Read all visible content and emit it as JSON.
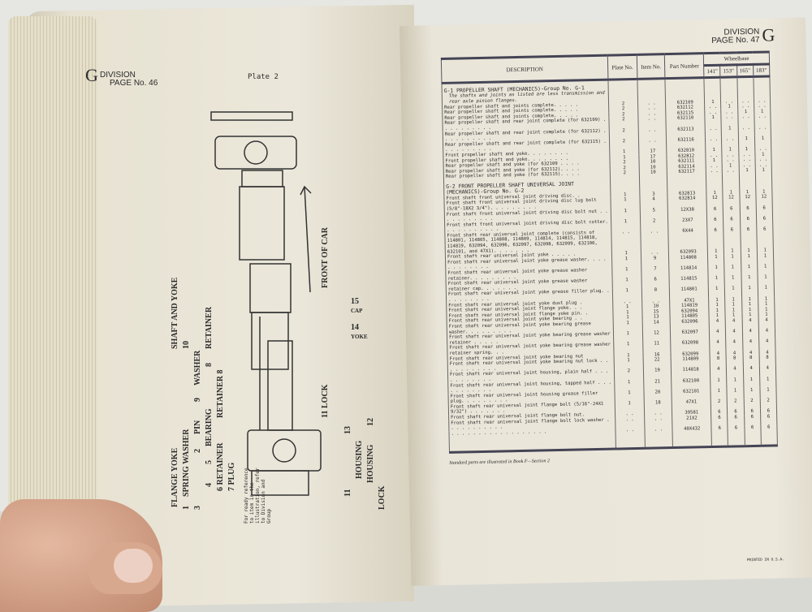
{
  "left_page": {
    "division_letter": "G",
    "division": "DIVISION",
    "page": "PAGE No. 46",
    "plate": "Plate 2",
    "diagram_labels": [
      "SHAFT AND YOKE",
      "10",
      "FRONT OF CAR",
      "RETAINER",
      "8",
      "WASHER",
      "9",
      "15",
      "CAP",
      "14",
      "YOKE",
      "11 LOCK",
      "13",
      "HOUSING",
      "12",
      "HOUSING",
      "11",
      "LOCK",
      "FLANGE YOKE",
      "1",
      "SPRING WASHER",
      "3",
      "PIN",
      "2",
      "BEARING",
      "5",
      "4",
      "6 RETAINER",
      "7 PLUG",
      "RETAINER 8"
    ],
    "index_text": "For ready reference to item in the illustration, refer to Division and Group"
  },
  "right_page": {
    "division": "DIVISION",
    "division_letter": "G",
    "page": "PAGE No. 47",
    "columns": {
      "description": "DESCRIPTION",
      "plate": "Plate No.",
      "item": "Item No.",
      "part": "Part Number",
      "wheelbase": "Wheelbase",
      "wb": [
        "141\"",
        "153\"",
        "165\"",
        "183\""
      ]
    },
    "rows": [
      {
        "type": "grp",
        "d": "G-1   PROPELLER SHAFT (MECHANICS)-Group No. G-1"
      },
      {
        "type": "note",
        "d": "The shafts and joints as listed are less transmission and rear axle pinion flanges."
      },
      {
        "d": "Rear propeller shaft and joints complete. . . . .",
        "p": "2",
        "i": ". .",
        "n": "632109",
        "w": [
          "1",
          ". .",
          ". .",
          ". ."
        ]
      },
      {
        "d": "Rear propeller shaft and joints complete. . . . .",
        "p": "2",
        "i": ". .",
        "n": "632112",
        "w": [
          ". .",
          "1",
          ". .",
          ". ."
        ]
      },
      {
        "d": "Rear propeller shaft and joints complete. . . . .",
        "p": "2",
        "i": ". .",
        "n": "632115",
        "w": [
          ". .",
          ". .",
          "1",
          "1"
        ]
      },
      {
        "d": "Rear propeller shaft and rear joint complete (for 632109) . . . . . . . . . .",
        "p": "2",
        "i": ". .",
        "n": "632110",
        "w": [
          "1",
          ". .",
          ". .",
          ". ."
        ]
      },
      {
        "d": "Rear propeller shaft and rear joint complete (for 632112) . . . . . . . . . .",
        "p": "2",
        "i": ". .",
        "n": "632113",
        "w": [
          ". .",
          "1",
          ". .",
          ". ."
        ]
      },
      {
        "d": "Rear propeller shaft and rear joint complete (for 632115) . . . . . . . . . .",
        "p": "2",
        "i": ". .",
        "n": "632116",
        "w": [
          ". .",
          ". .",
          "1",
          "1"
        ]
      },
      {
        "d": "Front propeller shaft and yoke. . . . . . . .",
        "p": "1",
        "i": "17",
        "n": "632810",
        "w": [
          "1",
          "1",
          "1",
          ". ."
        ]
      },
      {
        "d": "Front propeller shaft and yoke. . . . . . . .",
        "p": "1",
        "i": "17",
        "n": "632812",
        "w": [
          ". .",
          ". .",
          ". .",
          "1"
        ]
      },
      {
        "d": "Rear propeller shaft and yoke (for 632109 . . . .",
        "p": "2",
        "i": "10",
        "n": "632111",
        "w": [
          "1",
          ". .",
          ". .",
          ". ."
        ]
      },
      {
        "d": "Rear propeller shaft and yoke (for 632112). . . .",
        "p": "2",
        "i": "10",
        "n": "632114",
        "w": [
          ". .",
          "1",
          ". .",
          ". ."
        ]
      },
      {
        "d": "Rear propeller shaft and yoke (for 632115). . . .",
        "p": "2",
        "i": "10",
        "n": "632117",
        "w": [
          ". .",
          ". .",
          "1",
          "1"
        ]
      },
      {
        "type": "grp",
        "d": "G-2   FRONT PROPELLER SHAFT UNIVERSAL JOINT (MECHANICS)-Group No. G-2"
      },
      {
        "d": "Front shaft front universal joint driving disc. .",
        "p": "1",
        "i": "3",
        "n": "632813",
        "w": [
          "1",
          "1",
          "1",
          "1"
        ]
      },
      {
        "d": "Front shaft front universal joint driving disc lug bolt (5/8\"-18X2 3/4\"). . . . . . . . .",
        "p": "1",
        "i": "4",
        "n": "632814",
        "w": [
          "12",
          "12",
          "12",
          "12"
        ]
      },
      {
        "d": "Front shaft front universal joint driving disc bolt nut . . . . . . . . . . .",
        "p": "1",
        "i": "5",
        "n": "12X38",
        "w": [
          "6",
          "6",
          "6",
          "6"
        ]
      },
      {
        "d": "Front shaft front universal joint driving disc bolt cotter. . . . . . . . . . .",
        "p": "1",
        "i": "2",
        "n": "23X7",
        "w": [
          "6",
          "6",
          "6",
          "6"
        ]
      },
      {
        "d": "Front shaft rear universal joint complete (consists of 114801, 114805, 114808, 114809, 114814, 114815, 114818, 114819, 632094, 632096, 632097, 632098, 632099, 632100, 632101, and 47X1). . . . . . .",
        "p": ". .",
        "i": ". .",
        "n": "6X44",
        "w": [
          "6",
          "6",
          "6",
          "6"
        ]
      },
      {
        "d": "Front shaft rear universal joint yoke . . . . .",
        "p": "1",
        "i": ". .",
        "n": "632093",
        "w": [
          "1",
          "1",
          "1",
          "1"
        ]
      },
      {
        "d": "Front shaft rear universal joint yoke grease washer. . . . . . . . . . . .",
        "p": "1",
        "i": "9",
        "n": "114808",
        "w": [
          "1",
          "1",
          "1",
          "1"
        ]
      },
      {
        "d": "Front shaft rear universal joint yoke grease washer retainer. . . . . . . . .",
        "p": "1",
        "i": "7",
        "n": "114814",
        "w": [
          "1",
          "1",
          "1",
          "1"
        ]
      },
      {
        "d": "Front shaft rear universal joint yoke grease washer retainer cap. . . . . . .",
        "p": "1",
        "i": "6",
        "n": "114815",
        "w": [
          "1",
          "1",
          "1",
          "1"
        ]
      },
      {
        "d": "Front shaft rear universal joint yoke grease filler plug. . . . . . . . . .",
        "p": "1",
        "i": "8",
        "n": "114801",
        "w": [
          "1",
          "1",
          "1",
          "1"
        ]
      },
      {
        "d": "Front shaft rear universal joint yoke dust plug .",
        "p": ". .",
        "i": ". .",
        "n": "47X1",
        "w": [
          "1",
          "1",
          "1",
          "1"
        ]
      },
      {
        "d": "Front shaft rear universal joint flange yoke. . .",
        "p": "1",
        "i": "10",
        "n": "114819",
        "w": [
          "1",
          "1",
          "1",
          "1"
        ]
      },
      {
        "d": "Front shaft rear universal joint flange yoke pin. .",
        "p": "1",
        "i": "15",
        "n": "632094",
        "w": [
          "1",
          "1",
          "1",
          "1"
        ]
      },
      {
        "d": "Front shaft rear universal joint yoke bearing . .",
        "p": "1",
        "i": "13",
        "n": "114805",
        "w": [
          "1",
          "1",
          "1",
          "1"
        ]
      },
      {
        "d": "Front shaft rear universal joint yoke bearing grease washer. . . . . . . . .",
        "p": "1",
        "i": "14",
        "n": "632096",
        "w": [
          "4",
          "4",
          "4",
          "4"
        ]
      },
      {
        "d": "Front shaft rear universal joint yoke bearing grease washer retainer . . . . .",
        "p": "1",
        "i": "12",
        "n": "632097",
        "w": [
          "4",
          "4",
          "4",
          "4"
        ]
      },
      {
        "d": "Front shaft rear universal joint yoke bearing grease washer retainer spring. . .",
        "p": "1",
        "i": "11",
        "n": "632098",
        "w": [
          "4",
          "4",
          "4",
          "4"
        ]
      },
      {
        "d": "Front shaft rear universal joint yoke bearing nut",
        "p": "1",
        "i": "16",
        "n": "632099",
        "w": [
          "4",
          "4",
          "4",
          "4"
        ]
      },
      {
        "d": "Front shaft rear universal joint yoke bearing nut lock . . . . . . . . . . .",
        "p": "1",
        "i": "22",
        "n": "114809",
        "w": [
          "8",
          "8",
          "8",
          "8"
        ]
      },
      {
        "d": "Front shaft rear universal joint housing, plain half . . . . . . . . . . .",
        "p": "2",
        "i": "19",
        "n": "114818",
        "w": [
          "4",
          "4",
          "4",
          "4"
        ]
      },
      {
        "d": "Front shaft rear universal joint housing, tapped half . . . . . . . . . . .",
        "p": "1",
        "i": "21",
        "n": "632100",
        "w": [
          "1",
          "1",
          "1",
          "1"
        ]
      },
      {
        "d": "Front shaft rear universal joint housing grease filler plug. . . . . . . . .",
        "p": "1",
        "i": "20",
        "n": "632101",
        "w": [
          "1",
          "1",
          "1",
          "1"
        ]
      },
      {
        "d": "Front shaft rear universal joint flange bolt (5/16\"-24X1 9/32\") . . . . . . .",
        "p": "1",
        "i": "18",
        "n": "47X1",
        "w": [
          "2",
          "2",
          "2",
          "2"
        ]
      },
      {
        "d": "Front shaft rear universal joint flange bolt nut.",
        "p": ". .",
        "i": ". .",
        "n": "39581",
        "w": [
          "6",
          "6",
          "6",
          "6"
        ]
      },
      {
        "d": "Front shaft rear universal joint flange bolt lock washer . . . . . . . . . . .",
        "p": ". .",
        "i": ". .",
        "n": "21X2",
        "w": [
          "6",
          "6",
          "6",
          "6"
        ]
      },
      {
        "d": ". . . . . . . . . . . . . . . . . .",
        "p": ". .",
        "i": ". .",
        "n": "40X432",
        "w": [
          "6",
          "6",
          "6",
          "6"
        ]
      }
    ],
    "footer": "Standard parts are illustrated in Book F—Section 2",
    "printed": "PRINTED IN U.S.A."
  }
}
